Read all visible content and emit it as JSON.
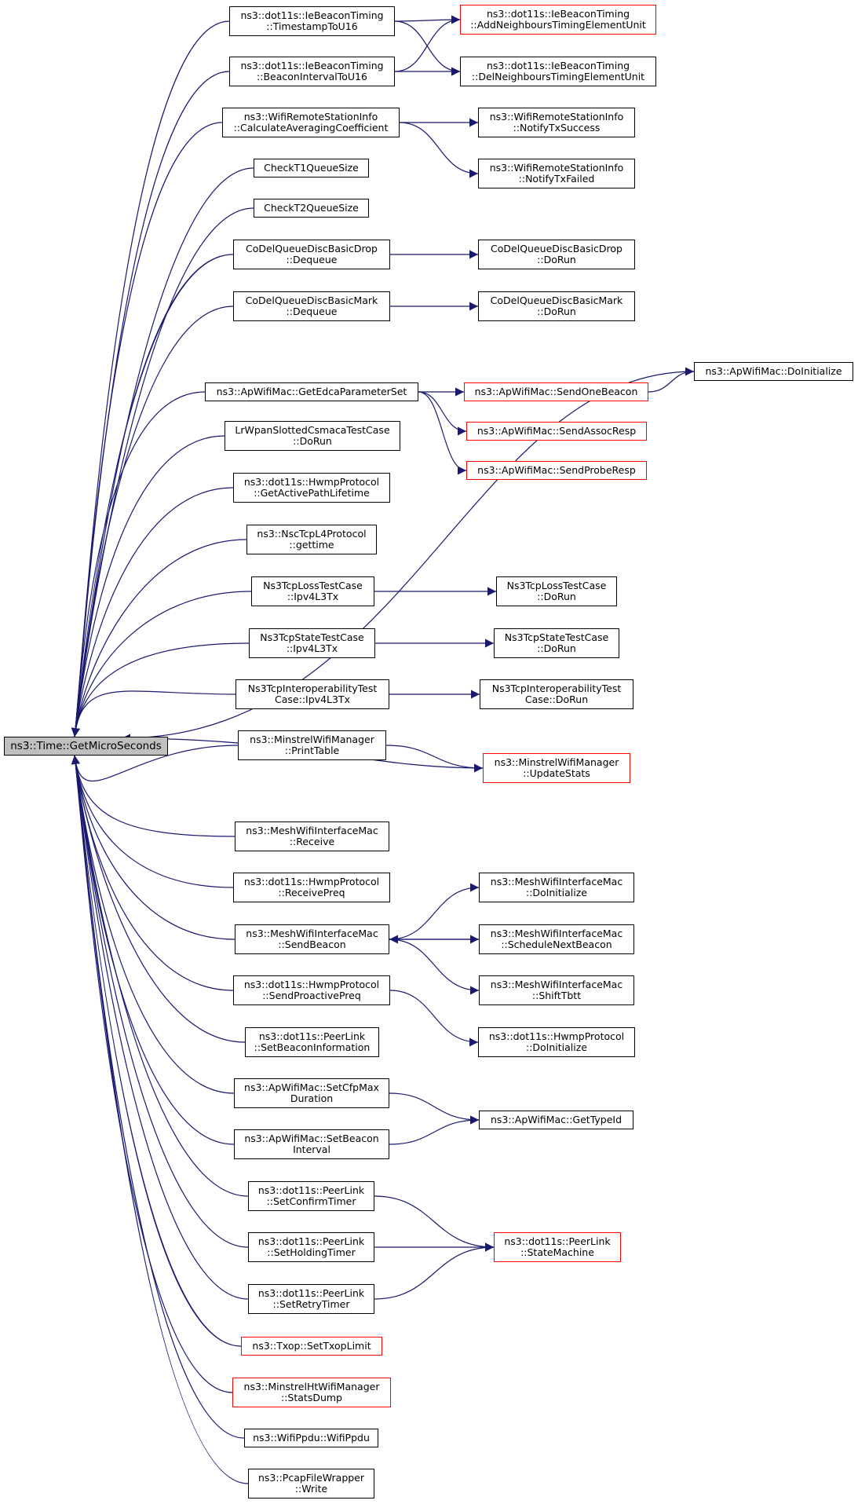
{
  "colors": {
    "edge": "#191970",
    "root_fill": "#bfbfbf",
    "external_border": "#ff0000",
    "node_border": "#000000"
  },
  "root": {
    "id": "root",
    "lines": [
      "ns3::Time::GetMicroSeconds"
    ]
  },
  "callers": [
    {
      "id": "n1",
      "lines": [
        "ns3::dot11s::IeBeaconTiming",
        "::TimestampToU16"
      ]
    },
    {
      "id": "n2",
      "lines": [
        "ns3::dot11s::IeBeaconTiming",
        "::BeaconIntervalToU16"
      ]
    },
    {
      "id": "n3",
      "lines": [
        "ns3::WifiRemoteStationInfo",
        "::CalculateAveragingCoefficient"
      ]
    },
    {
      "id": "n4",
      "lines": [
        "CheckT1QueueSize"
      ]
    },
    {
      "id": "n5",
      "lines": [
        "CheckT2QueueSize"
      ]
    },
    {
      "id": "n6",
      "lines": [
        "CoDelQueueDiscBasicDrop",
        "::Dequeue"
      ]
    },
    {
      "id": "n7",
      "lines": [
        "CoDelQueueDiscBasicMark",
        "::Dequeue"
      ]
    },
    {
      "id": "n8",
      "lines": [
        "ns3::ApWifiMac::GetEdcaParameterSet"
      ]
    },
    {
      "id": "n9",
      "lines": [
        "LrWpanSlottedCsmacaTestCase",
        "::DoRun"
      ]
    },
    {
      "id": "n10",
      "lines": [
        "ns3::dot11s::HwmpProtocol",
        "::GetActivePathLifetime"
      ]
    },
    {
      "id": "n11",
      "lines": [
        "ns3::NscTcpL4Protocol",
        "::gettime"
      ]
    },
    {
      "id": "n12",
      "lines": [
        "Ns3TcpLossTestCase",
        "::Ipv4L3Tx"
      ]
    },
    {
      "id": "n13",
      "lines": [
        "Ns3TcpStateTestCase",
        "::Ipv4L3Tx"
      ]
    },
    {
      "id": "n14",
      "lines": [
        "Ns3TcpInteroperabilityTest",
        "Case::Ipv4L3Tx"
      ]
    },
    {
      "id": "n15",
      "lines": [
        "ns3::MinstrelWifiManager",
        "::PrintTable"
      ]
    },
    {
      "id": "n16",
      "lines": [
        "ns3::MeshWifiInterfaceMac",
        "::Receive"
      ]
    },
    {
      "id": "n17",
      "lines": [
        "ns3::dot11s::HwmpProtocol",
        "::ReceivePreq"
      ]
    },
    {
      "id": "n18",
      "lines": [
        "ns3::MeshWifiInterfaceMac",
        "::SendBeacon"
      ]
    },
    {
      "id": "n19",
      "lines": [
        "ns3::dot11s::HwmpProtocol",
        "::SendProactivePreq"
      ]
    },
    {
      "id": "n20",
      "lines": [
        "ns3::dot11s::PeerLink",
        "::SetBeaconInformation"
      ]
    },
    {
      "id": "n21",
      "lines": [
        "ns3::ApWifiMac::SetCfpMax",
        "Duration"
      ]
    },
    {
      "id": "n22",
      "lines": [
        "ns3::ApWifiMac::SetBeacon",
        "Interval"
      ]
    },
    {
      "id": "n23",
      "lines": [
        "ns3::dot11s::PeerLink",
        "::SetConfirmTimer"
      ]
    },
    {
      "id": "n24",
      "lines": [
        "ns3::dot11s::PeerLink",
        "::SetHoldingTimer"
      ]
    },
    {
      "id": "n25",
      "lines": [
        "ns3::dot11s::PeerLink",
        "::SetRetryTimer"
      ]
    },
    {
      "id": "n26",
      "lines": [
        "ns3::Txop::SetTxopLimit"
      ],
      "external": true
    },
    {
      "id": "n27",
      "lines": [
        "ns3::MinstrelHtWifiManager",
        "::StatsDump"
      ],
      "external": true
    },
    {
      "id": "n28",
      "lines": [
        "ns3::WifiPpdu::WifiPpdu"
      ]
    },
    {
      "id": "n29",
      "lines": [
        "ns3::PcapFileWrapper",
        "::Write"
      ]
    }
  ],
  "secondary": [
    {
      "id": "s1",
      "lines": [
        "ns3::dot11s::IeBeaconTiming",
        "::AddNeighboursTimingElementUnit"
      ],
      "external": true
    },
    {
      "id": "s2",
      "lines": [
        "ns3::dot11s::IeBeaconTiming",
        "::DelNeighboursTimingElementUnit"
      ]
    },
    {
      "id": "s3",
      "lines": [
        "ns3::WifiRemoteStationInfo",
        "::NotifyTxSuccess"
      ]
    },
    {
      "id": "s4",
      "lines": [
        "ns3::WifiRemoteStationInfo",
        "::NotifyTxFailed"
      ]
    },
    {
      "id": "s5",
      "lines": [
        "CoDelQueueDiscBasicDrop",
        "::DoRun"
      ]
    },
    {
      "id": "s6",
      "lines": [
        "CoDelQueueDiscBasicMark",
        "::DoRun"
      ]
    },
    {
      "id": "s7",
      "lines": [
        "ns3::ApWifiMac::SendOneBeacon"
      ],
      "external": true
    },
    {
      "id": "s8",
      "lines": [
        "ns3::ApWifiMac::SendAssocResp"
      ],
      "external": true
    },
    {
      "id": "s9",
      "lines": [
        "ns3::ApWifiMac::SendProbeResp"
      ],
      "external": true
    },
    {
      "id": "s10",
      "lines": [
        "Ns3TcpLossTestCase",
        "::DoRun"
      ]
    },
    {
      "id": "s11",
      "lines": [
        "Ns3TcpStateTestCase",
        "::DoRun"
      ]
    },
    {
      "id": "s12",
      "lines": [
        "Ns3TcpInteroperabilityTest",
        "Case::DoRun"
      ]
    },
    {
      "id": "s13",
      "lines": [
        "ns3::MinstrelWifiManager",
        "::UpdateStats"
      ],
      "external": true
    },
    {
      "id": "s14",
      "lines": [
        "ns3::MeshWifiInterfaceMac",
        "::DoInitialize"
      ]
    },
    {
      "id": "s15",
      "lines": [
        "ns3::MeshWifiInterfaceMac",
        "::ScheduleNextBeacon"
      ]
    },
    {
      "id": "s16",
      "lines": [
        "ns3::MeshWifiInterfaceMac",
        "::ShiftTbtt"
      ]
    },
    {
      "id": "s17",
      "lines": [
        "ns3::dot11s::HwmpProtocol",
        "::DoInitialize"
      ]
    },
    {
      "id": "s18",
      "lines": [
        "ns3::ApWifiMac::GetTypeId"
      ]
    },
    {
      "id": "s19",
      "lines": [
        "ns3::dot11s::PeerLink",
        "::StateMachine"
      ],
      "external": true
    }
  ],
  "tertiary": [
    {
      "id": "t1",
      "lines": [
        "ns3::ApWifiMac::DoInitialize"
      ]
    }
  ],
  "edges": [
    [
      "n1",
      "s1"
    ],
    [
      "n1",
      "s2"
    ],
    [
      "n2",
      "s1"
    ],
    [
      "n2",
      "s2"
    ],
    [
      "n3",
      "s3"
    ],
    [
      "n3",
      "s4"
    ],
    [
      "n6",
      "s5"
    ],
    [
      "n7",
      "s6"
    ],
    [
      "n8",
      "s7"
    ],
    [
      "n8",
      "s8"
    ],
    [
      "n8",
      "s9"
    ],
    [
      "s7",
      "t1"
    ],
    [
      "root",
      "t1"
    ],
    [
      "n12",
      "s10"
    ],
    [
      "n13",
      "s11"
    ],
    [
      "n14",
      "s12"
    ],
    [
      "n15",
      "s13"
    ],
    [
      "root",
      "s13"
    ],
    [
      "n18",
      "s14"
    ],
    [
      "n18",
      "s15"
    ],
    [
      "s15",
      "n18"
    ],
    [
      "n18",
      "s16"
    ],
    [
      "n19",
      "s17"
    ],
    [
      "n21",
      "s18"
    ],
    [
      "n22",
      "s18"
    ],
    [
      "n23",
      "s19"
    ],
    [
      "n24",
      "s19"
    ],
    [
      "n25",
      "s19"
    ]
  ]
}
